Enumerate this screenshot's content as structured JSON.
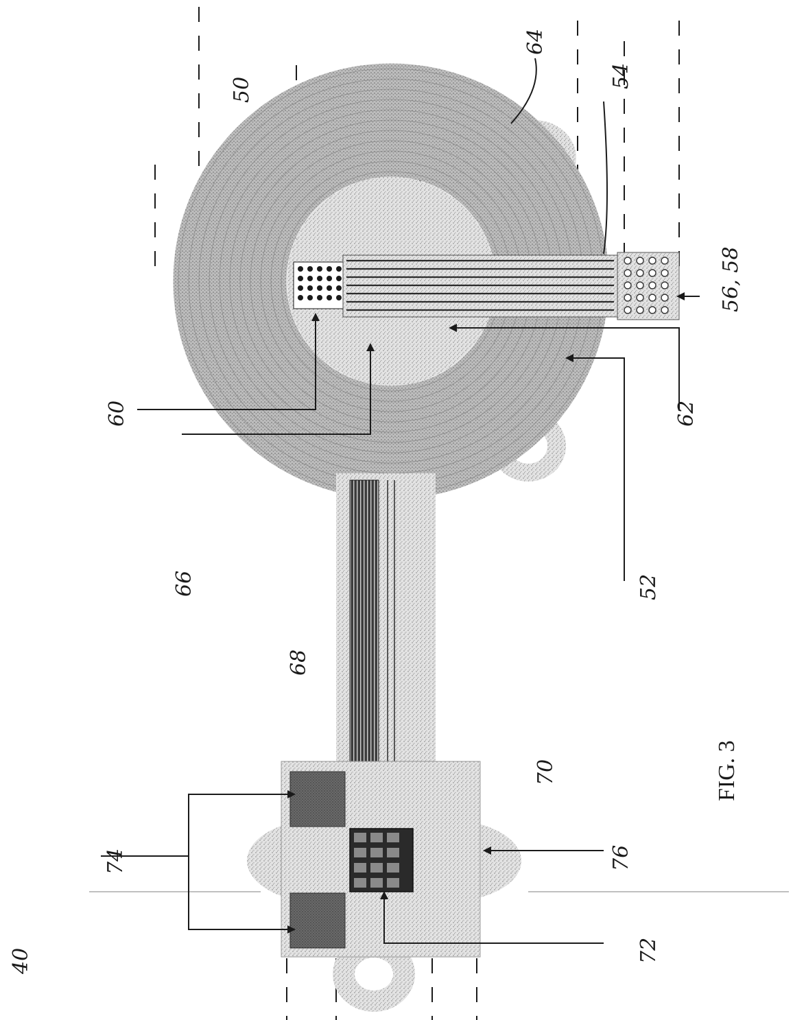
{
  "figure": {
    "caption": "FIG. 3",
    "labels": {
      "device": "40",
      "coil_assembly": "50",
      "coil": "52",
      "ribbon": "54",
      "pads": "56, 58",
      "via_array": "60",
      "outer_edge": "62",
      "tab": "64",
      "inner_opening": "66",
      "interconnect": "68",
      "module": "70",
      "chip": "72",
      "pads_pair": "74",
      "ring_tab": "76"
    }
  },
  "colors": {
    "ink": "#1a1a1a",
    "stipple_light": "#cfcfcf",
    "stipple_dark": "#8f8f8f",
    "trace_dark": "#2b2b2b",
    "pad_dark": "#555555"
  }
}
